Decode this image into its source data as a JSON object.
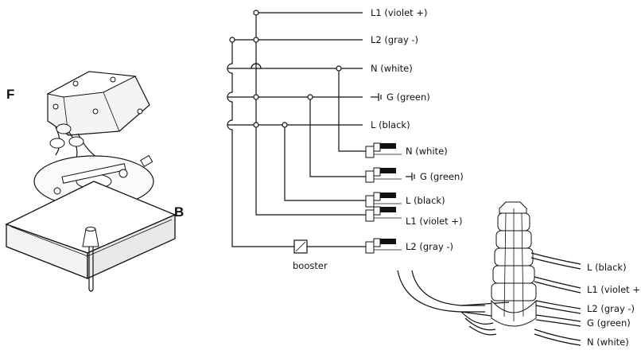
{
  "callouts": {
    "f": "F",
    "b": "B"
  },
  "bus_labels": {
    "l1": "L1 (violet +)",
    "l2": "L2 (gray -)",
    "n": "N (white)",
    "g": "G (green)",
    "l": "L (black)"
  },
  "fixture_labels": {
    "n": "N (white)",
    "g": "G (green)",
    "l": "L (black)",
    "l1": "L1 (violet +)",
    "l2": "L2 (gray -)"
  },
  "booster": "booster",
  "bundle_labels": {
    "l": "L (black)",
    "l1": "L1 (violet +)",
    "l2": "L2 (gray -)",
    "g": "G (green)",
    "n": "N (white)"
  },
  "ground_symbol": "ground-symbol-icon"
}
